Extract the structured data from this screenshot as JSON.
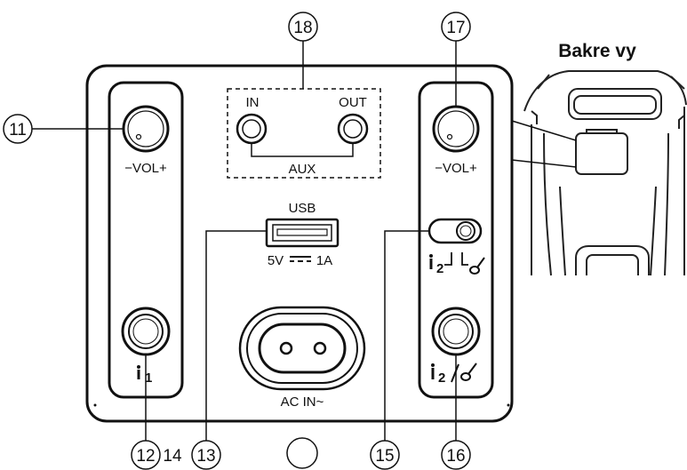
{
  "view_title": "Bakre vy",
  "callouts": {
    "c11": "11",
    "c12": "12",
    "c14": "14",
    "c13": "13",
    "c15": "15",
    "c16": "16",
    "c17": "17",
    "c18": "18"
  },
  "panel": {
    "vol_left": "−VOL+",
    "vol_right": "−VOL+",
    "aux_in": "IN",
    "aux_out": "OUT",
    "aux": "AUX",
    "usb": "USB",
    "usb_rating": "5V",
    "usb_current": "1A",
    "ac_in": "AC  IN~",
    "mic1_sub": "1",
    "mic2_sub": "2",
    "mic2_guitar_sub": "2"
  },
  "icons": [
    "knob-icon",
    "jack-icon",
    "usb-port-icon",
    "switch-icon",
    "microphone-icon",
    "guitar-icon",
    "ac-socket-icon"
  ]
}
